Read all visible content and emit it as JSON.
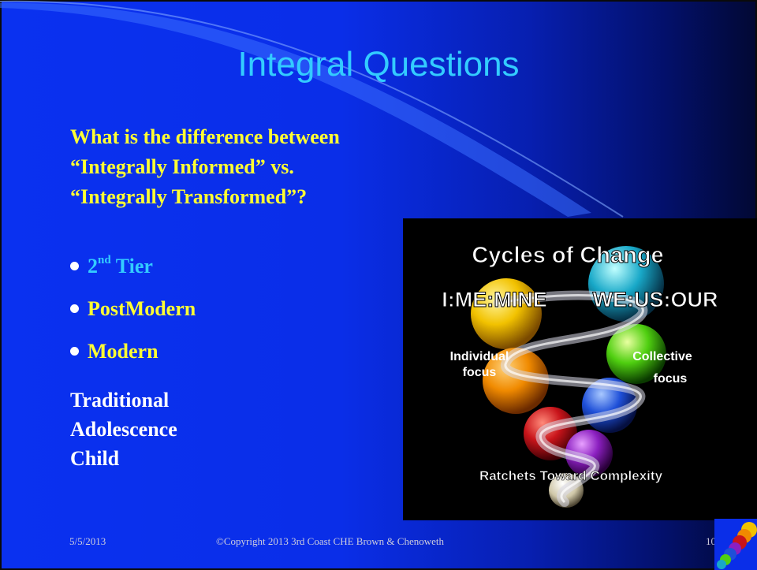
{
  "title": "Integral Questions",
  "question": {
    "line1": "What is the difference between",
    "line2": "“Integrally Informed” vs.",
    "line3": "“Integrally Transformed”?"
  },
  "bullets": [
    {
      "number": "2",
      "sup": "nd",
      "text": "Tier",
      "color": "#33ccff"
    },
    {
      "text": "PostModern",
      "color": "#ffff33"
    },
    {
      "text": "Modern",
      "color": "#ffff33"
    }
  ],
  "plain_items": [
    "Traditional",
    "Adolescence",
    "Child"
  ],
  "image": {
    "heading": "Cycles of Change",
    "left_label": "I:ME:MINE",
    "right_label": "WE:US:OUR",
    "individual_line1": "Individual",
    "individual_line2": "focus",
    "collective_line1": "Collective",
    "collective_line2": "focus",
    "bottom_label": "Ratchets Toward Complexity"
  },
  "footer": {
    "date": "5/5/2013",
    "copyright": "©Copyright 2013 3rd Coast CHE Brown & Chenoweth",
    "page": "10"
  },
  "colors": {
    "title": "#33ccff",
    "highlight": "#ffff33",
    "body": "#ffffff"
  }
}
